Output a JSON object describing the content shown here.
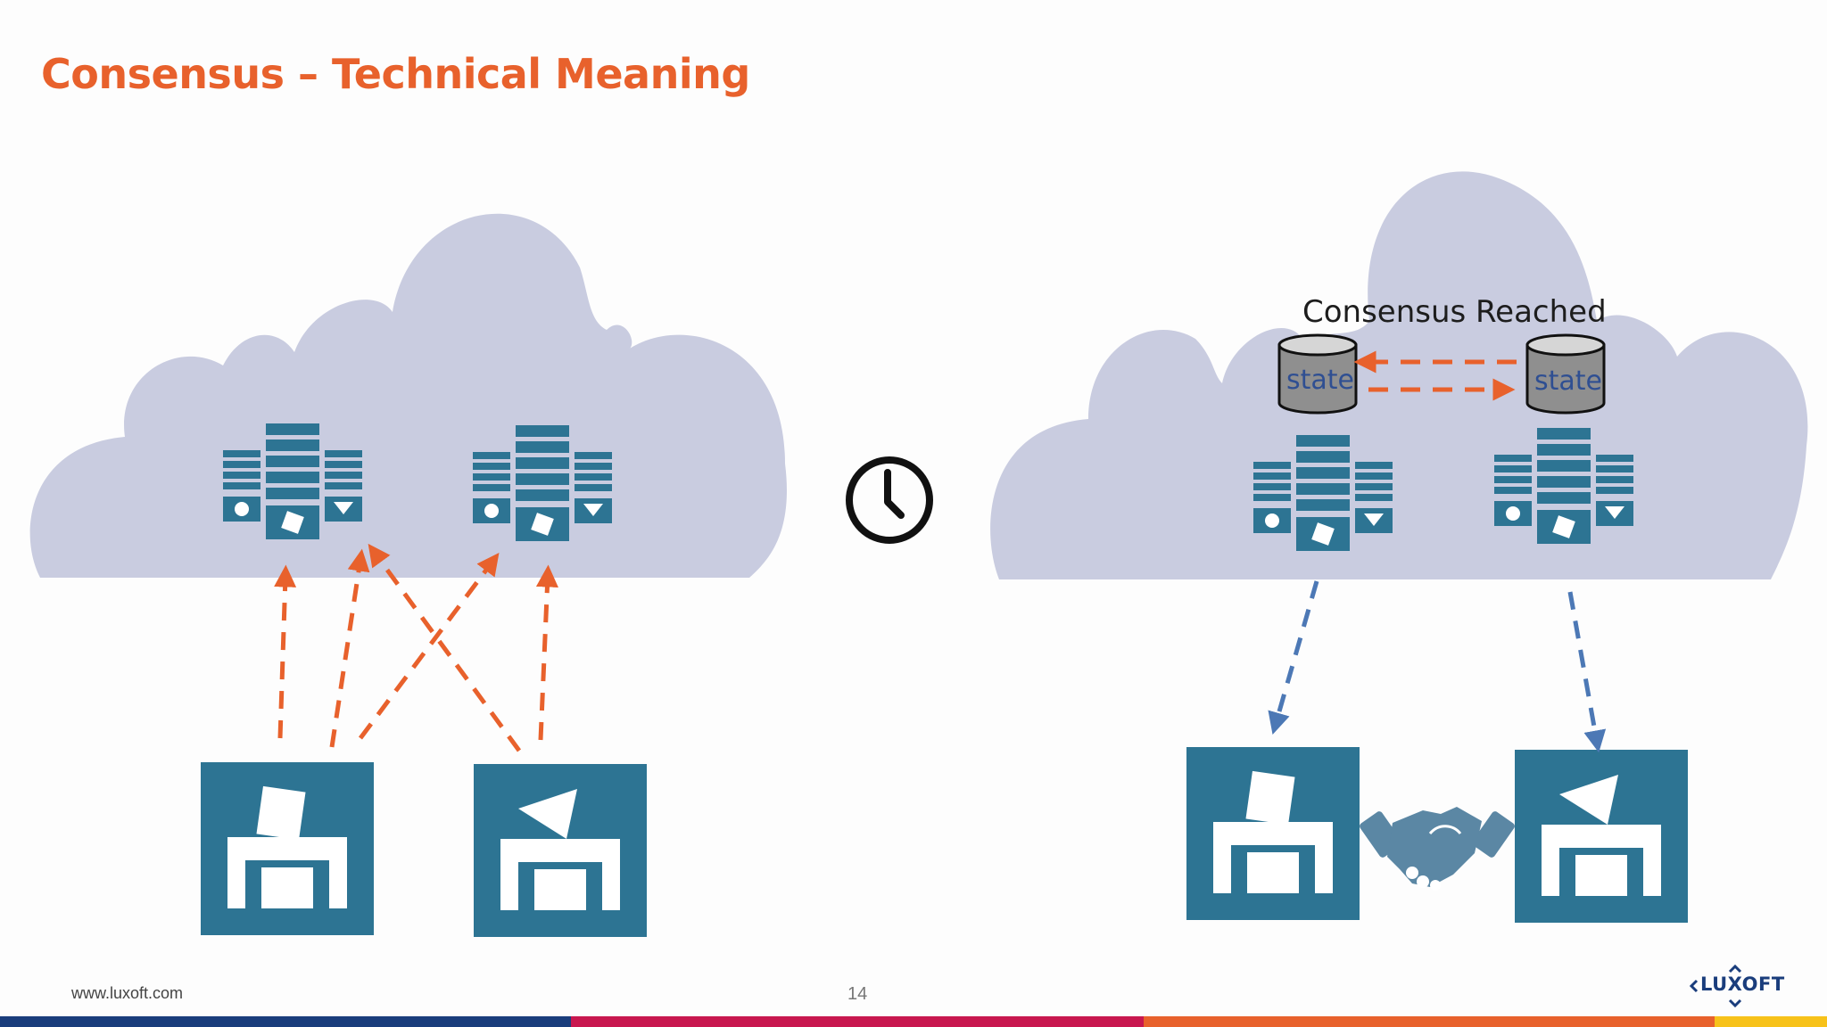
{
  "title": "Consensus – Technical Meaning",
  "consensus_label": "Consensus Reached",
  "state_left": "state",
  "state_right": "state",
  "footer_url": "www.luxoft.com",
  "page_number": "14",
  "logo_text": "LUXOFT",
  "icons": {
    "server": "server-rack-icon",
    "ballot": "ballot-box-icon",
    "clock": "clock-icon",
    "handshake": "handshake-icon",
    "database": "database-icon"
  },
  "colors": {
    "title": "#E8612C",
    "cloud": "#C9CCE0",
    "icon": "#2D7493",
    "arrow_orange": "#E8612C",
    "arrow_blue": "#4C78B5",
    "handshake": "#5B87A4",
    "bar_blue": "#1a3d7c",
    "bar_magenta": "#c8174f",
    "bar_orange": "#e8612c",
    "bar_yellow": "#f7c21a"
  }
}
